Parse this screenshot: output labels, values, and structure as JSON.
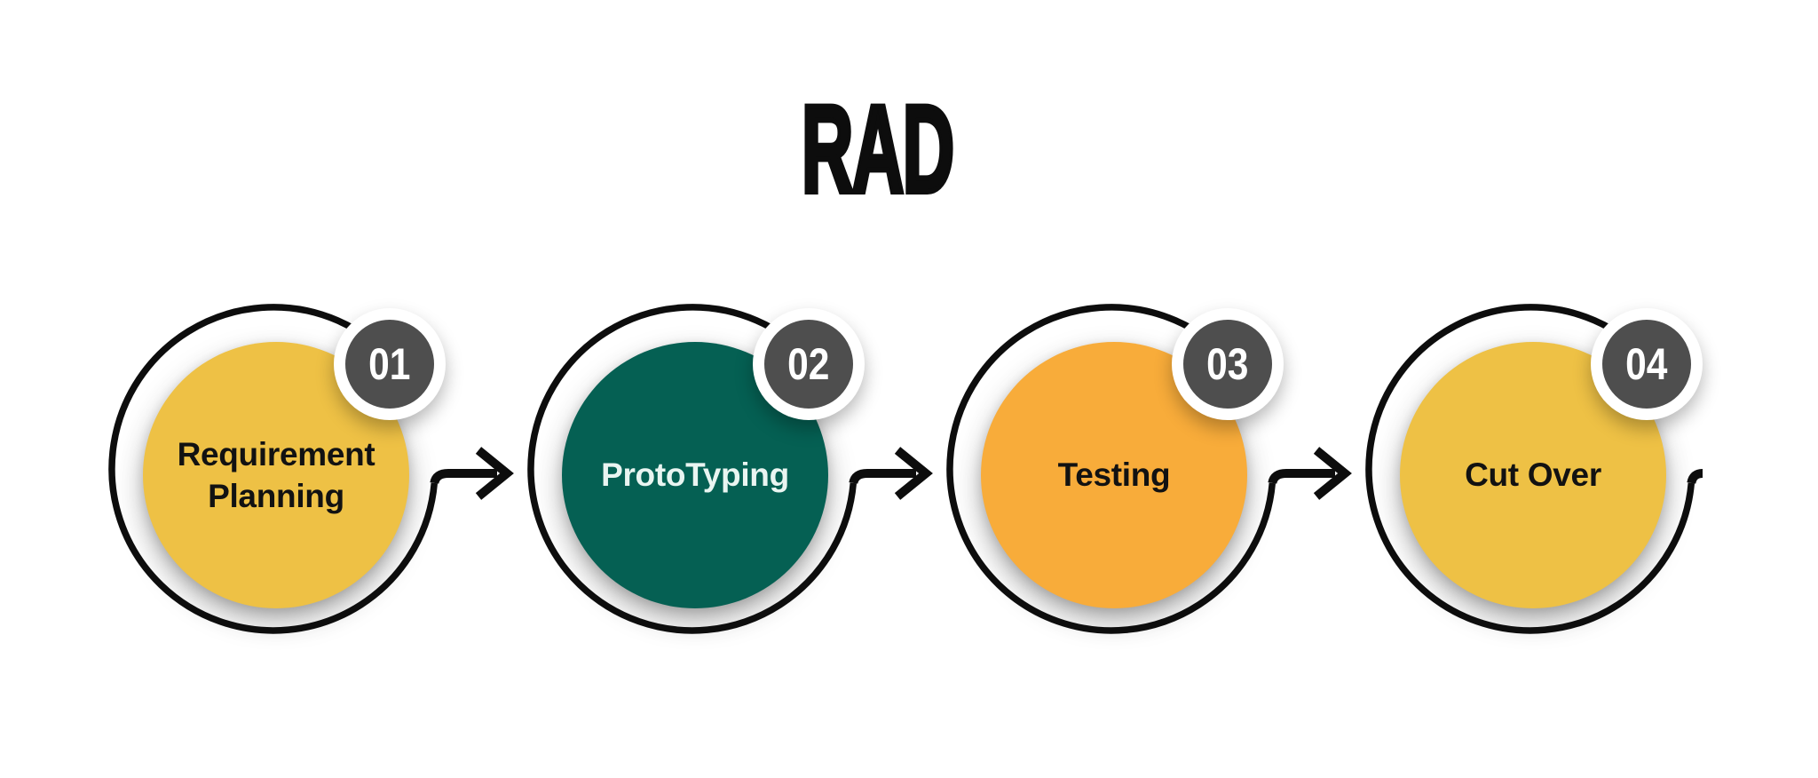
{
  "title": "RAD",
  "background_color": "#FFFFFF",
  "line_color": "#0D0D0D",
  "badge": {
    "background_color": "#4E4E4E",
    "ring_color": "#FFFFFF",
    "text_color": "#FFFFFF"
  },
  "steps": [
    {
      "number": "01",
      "label": "Requirement Planning",
      "circle_color": "#EEC145",
      "label_color": "#121212"
    },
    {
      "number": "02",
      "label": "ProtoTyping",
      "circle_color": "#056053",
      "label_color": "#E9F5F1"
    },
    {
      "number": "03",
      "label": "Testing",
      "circle_color": "#F8AC3A",
      "label_color": "#121212"
    },
    {
      "number": "04",
      "label": "Cut Over",
      "circle_color": "#EEC145",
      "label_color": "#121212"
    }
  ]
}
